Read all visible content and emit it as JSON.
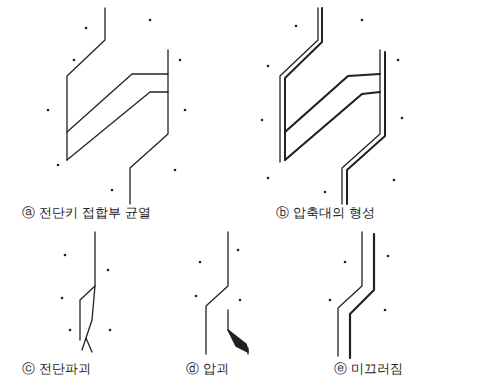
{
  "diagram": {
    "labels": [
      "ⓐ 전단키 접합부 균열",
      "ⓑ 압축대의 형성",
      "ⓒ 전단파괴",
      "ⓓ 압괴",
      "ⓔ 미끄러짐"
    ]
  }
}
